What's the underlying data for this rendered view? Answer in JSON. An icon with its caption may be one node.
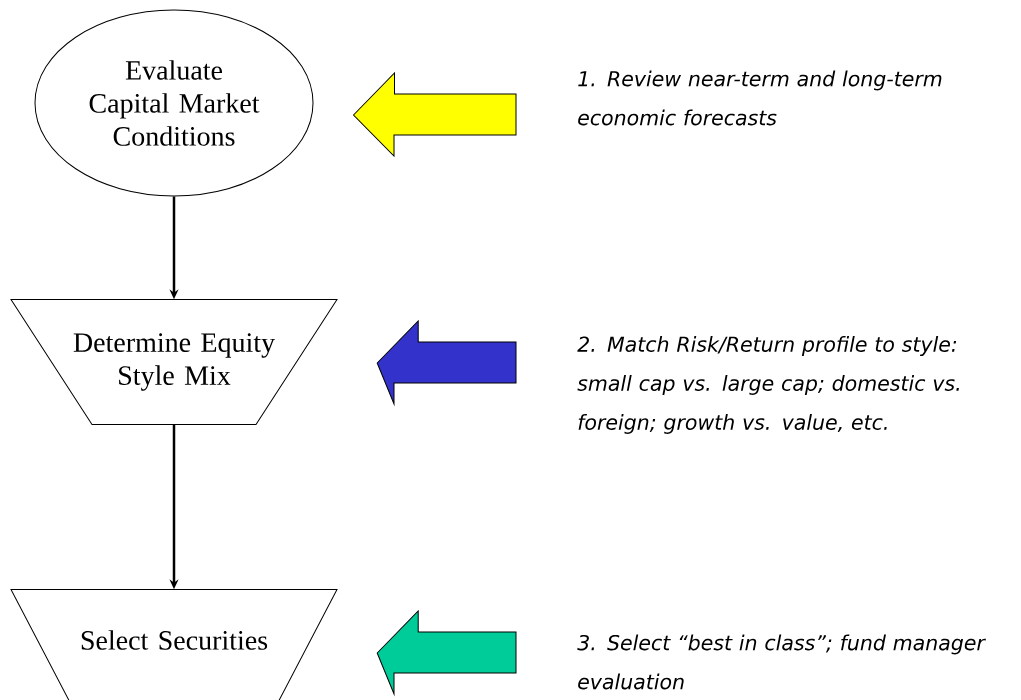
{
  "diagram": {
    "nodes": [
      {
        "text": [
          "Evaluate Capital Market Conditions"
        ]
      },
      {
        "text": [
          "Determine Equity Style Mix"
        ]
      },
      {
        "text": [
          "Select Securities"
        ]
      },
      {
        "text": [
          "1. Review near-term and long-term economic forecasts"
        ]
      },
      {
        "text": [
          "2. Match Risk/Return profile to style: small cap vs. large cap; domestic vs. foreign; growth vs. value, etc."
        ]
      },
      {
        "text": [
          "3. Select “best in class”; fund manager evaluation"
        ]
      }
    ],
    "edges": [
      {
        "from": 0,
        "to": 1,
        "arrow": "to"
      },
      {
        "from": 1,
        "to": 2,
        "arrow": "to"
      },
      {
        "from": 3,
        "to": 0,
        "arrow": "to",
        "style": "thick",
        "color": "#ffff00"
      },
      {
        "from": 4,
        "to": 1,
        "arrow": "to",
        "style": "thick",
        "color": "#3333cc"
      },
      {
        "from": 5,
        "to": 2,
        "arrow": "to",
        "style": "thick",
        "color": "#00cc99"
      }
    ]
  }
}
